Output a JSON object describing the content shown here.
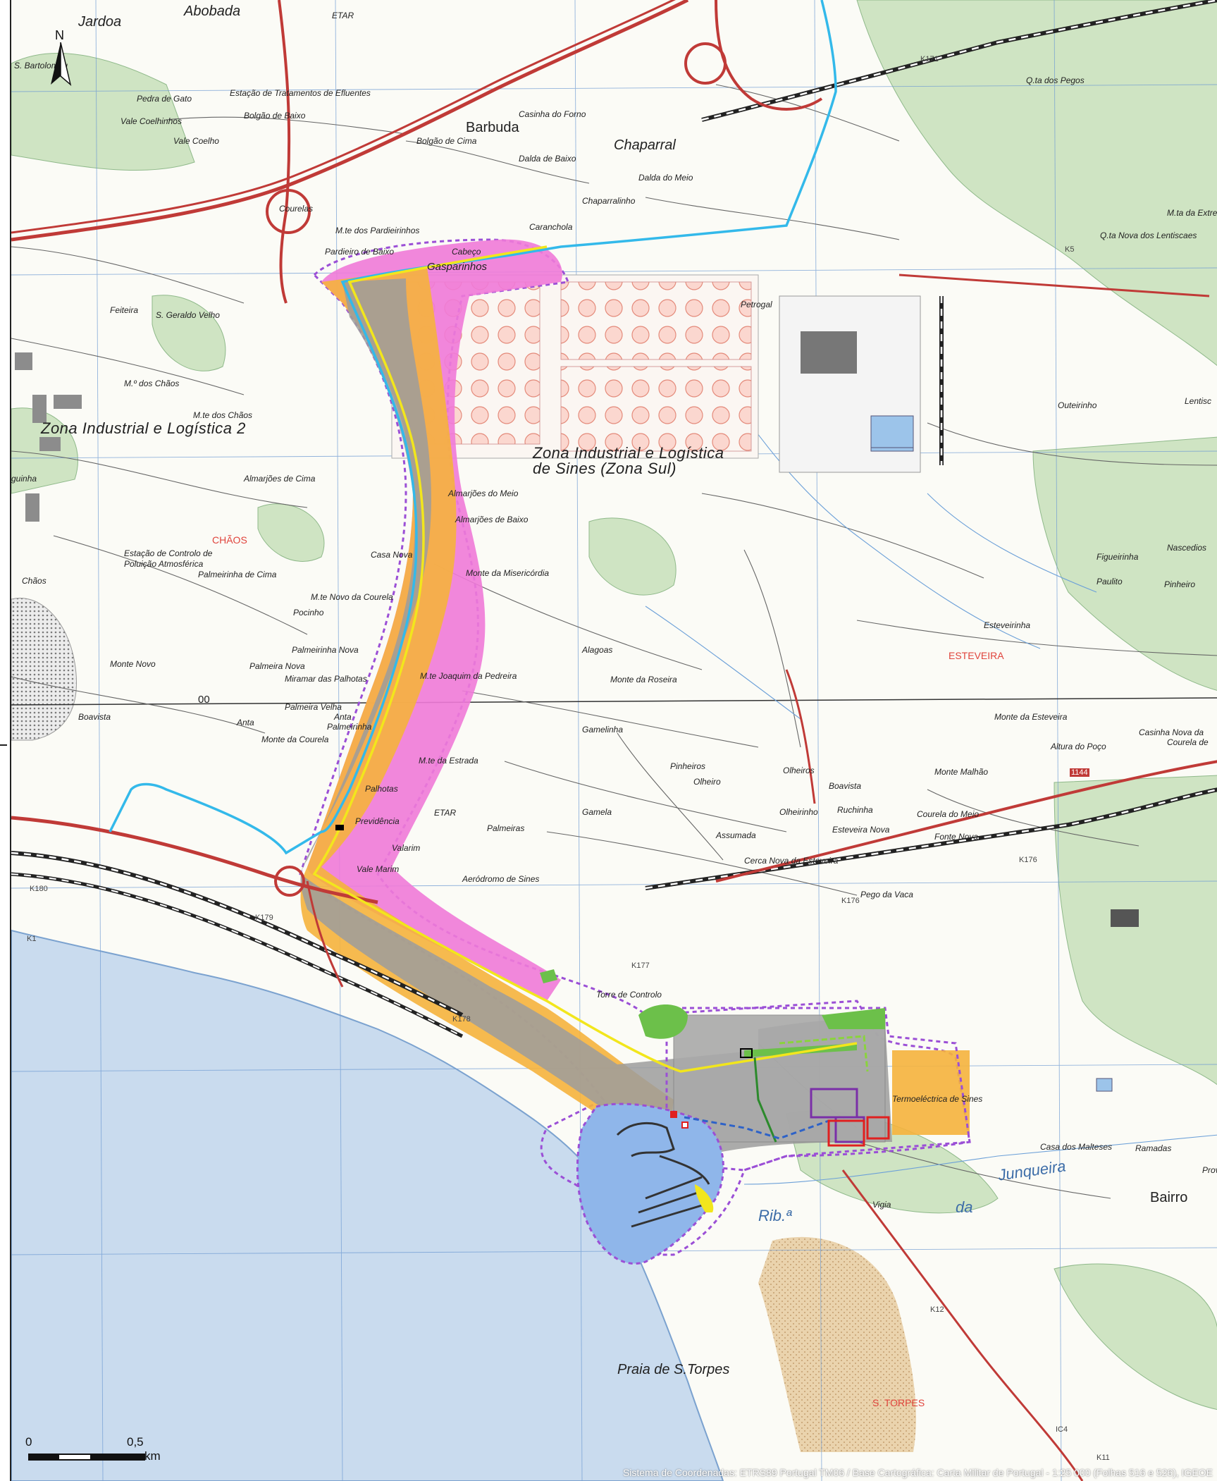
{
  "labels": {
    "jardoa": "Jardoa",
    "abobada": "Abobada",
    "etar_top": "ETAR",
    "s_bartolomeu": "S. Bartolomeu",
    "estacao_efluentes": "Estação de Tratamentos de Efluentes",
    "pedra_de_gato": "Pedra de Gato",
    "vale_coelhinhos": "Vale Coelhinhos",
    "bolgao_de_baixo": "Bolgão de Baixo",
    "barbuda": "Barbuda",
    "casinha_do_forno": "Casinha do Forno",
    "bolgao_de_cima": "Bolgão de Cima",
    "vale_coelho": "Vale Coelho",
    "chaparral": "Chaparral",
    "dalda_de_baixo": "Dalda de Baixo",
    "dalda_do_meio": "Dalda do Meio",
    "qta_dos_pegos": "Q.ta dos Pegos",
    "courelas": "Courelas",
    "chaparralinho": "Chaparralinho",
    "mte_dos_pardieirinhos": "M.te dos Pardieirinhos",
    "carancholo": "Caranchola",
    "pardieiro_de_baixo": "Pardieiro de Baixo",
    "cabeco": "Cabeço",
    "gasparinhos": "Gasparinhos",
    "mta_da_extre": "M.ta da Extre",
    "nova_dos_lentiscaes": "Q.ta Nova dos Lentiscaes",
    "feiteira": "Feiteira",
    "s_geraldo_velho": "S. Geraldo Velho",
    "petrogal": "Petrogal",
    "mo_dos_chaos": "M.º dos Chãos",
    "mte_dos_chaos": "M.te dos Chãos",
    "zona_industrial_2": "Zona Industrial e Logística 2",
    "outeirinho": "Outeirinho",
    "lentisc": "Lentisc",
    "zils_1": "Zona Industrial e Logística",
    "zils_2": "de Sines (Zona Sul)",
    "guinha": "guinha",
    "almarjoes_de_cima": "Almarjões de Cima",
    "almarjoes_do_meio": "Almarjões do Meio",
    "almarjoes_de_baixo": "Almarjões de Baixo",
    "chaos_red": "CHÃOS",
    "estacao_controlo_1": "Estação de Controlo de",
    "estacao_controlo_2": "Poluição Atmosférica",
    "casa_nova": "Casa Nova",
    "palmeirinha_de_cima": "Palmeirinha de Cima",
    "chaos": "Chãos",
    "monte_misericordia": "Monte da Misericórdia",
    "figueirinha": "Figueirinha",
    "nascedios": "Nascedios",
    "paulito": "Paulito",
    "pinheiro": "Pinheiro",
    "mte_novo_da_courela": "M.te Novo da Courela",
    "pocinho": "Pocinho",
    "esteveirinha": "Esteveirinha",
    "alagoas": "Alagoas",
    "palmeirinha_nova": "Palmeirinha Nova",
    "esteveira_red": "ESTEVEIRA",
    "monte_novo": "Monte Novo",
    "palmeira_nova": "Palmeira Nova",
    "miramar_palhotas": "Miramar das Palhotas",
    "joaquim_da_pedreira": "M.te Joaquim da Pedreira",
    "monte_da_roseira": "Monte da Roseira",
    "grid_00": "00",
    "palmeira_velha": "Palmeira Velha",
    "anta_palmeirinha_1": "Anta",
    "anta_palmeirinha_2": "Palmeirinha",
    "boavista_w": "Boavista",
    "anta": "Anta",
    "gamelinha": "Gamelinha",
    "monte_da_esteveira": "Monte da Esteveira",
    "casinha_nova": "Casinha Nova da",
    "courela_de": "Courela de",
    "monte_da_courela": "Monte da Courela",
    "altura_do_poco": "Altura do Poço",
    "mte_da_estrada": "M.te da Estrada",
    "pinheiros": "Pinheiros",
    "olheiros": "Olheiros",
    "olheiro": "Olheiro",
    "monte_malhao": "Monte Malhão",
    "boavista_e": "Boavista",
    "palhotas": "Palhotas",
    "previdencia": "Previdência",
    "gamela": "Gamela",
    "olheirinho": "Olheirinho",
    "ruchinha": "Ruchinha",
    "courela_do_meio": "Courela do Meio",
    "etar_mid": "ETAR",
    "palmeiras": "Palmeiras",
    "esteveira_nova": "Esteveira Nova",
    "fonte_nova": "Fonte Nova",
    "valarim": "Valarim",
    "assumada": "Assumada",
    "vale_marim": "Vale Marim",
    "aerodromo": "Aeródromo de Sines",
    "cerca_nova": "Cerca Nova da Esteveira",
    "pego_da_vaca": "Pego da Vaca",
    "torre_controlo": "Torre de Controlo",
    "termoelectrica": "Termoeléctrica de Sines",
    "casa_dos_malteses": "Casa dos Malteses",
    "ramadas": "Ramadas",
    "junqueira": "Junqueira",
    "prov": "Prov",
    "vigia": "Vigia",
    "rib": "Rib.ª",
    "da": "da",
    "bairro": "Bairro",
    "praia_s_torpes": "Praia de S.Torpes",
    "s_torpes_red": "S. TORPES",
    "k171": "K171",
    "k5": "K5",
    "k180": "K180",
    "k179": "K179",
    "k1": "K1",
    "k177": "K177",
    "k178": "K178",
    "k176_a": "K176",
    "k176_b": "K176",
    "k12": "K12",
    "ic4": "IC4",
    "k11": "K11",
    "r1144": "1144"
  },
  "north_arrow": {
    "letter": "N"
  },
  "scale_bar": {
    "zero": "0",
    "mid": "0,5",
    "unit": "km"
  },
  "credits": "Sistema de Coordenadas: ETRS89 Portugal TM06 / Base Cartográfica: Carta Militar de Portugal - 1:25 000 (Folhas 516 e 526), IGEOE",
  "colors": {
    "sea": "#c7d8ec",
    "land": "#ffffff",
    "vegetation": "#c9e1bd",
    "roads_main": "#c03a37",
    "roads_minor": "#555555",
    "railway": "#222222",
    "magenta_zone": "#f07ad8",
    "orange_zone": "#f5b23d",
    "gray_zone": "#9c9c9c",
    "cyan_line": "#33b9ea",
    "yellow_line": "#f2e61c",
    "purple_boundary": "#9b4fd6",
    "blue_basin": "#8fb6ea",
    "green_area": "#6cc04a",
    "red_marker": "#e02020",
    "sand": "#e8c8a0",
    "grid": "#3a7dc4"
  }
}
